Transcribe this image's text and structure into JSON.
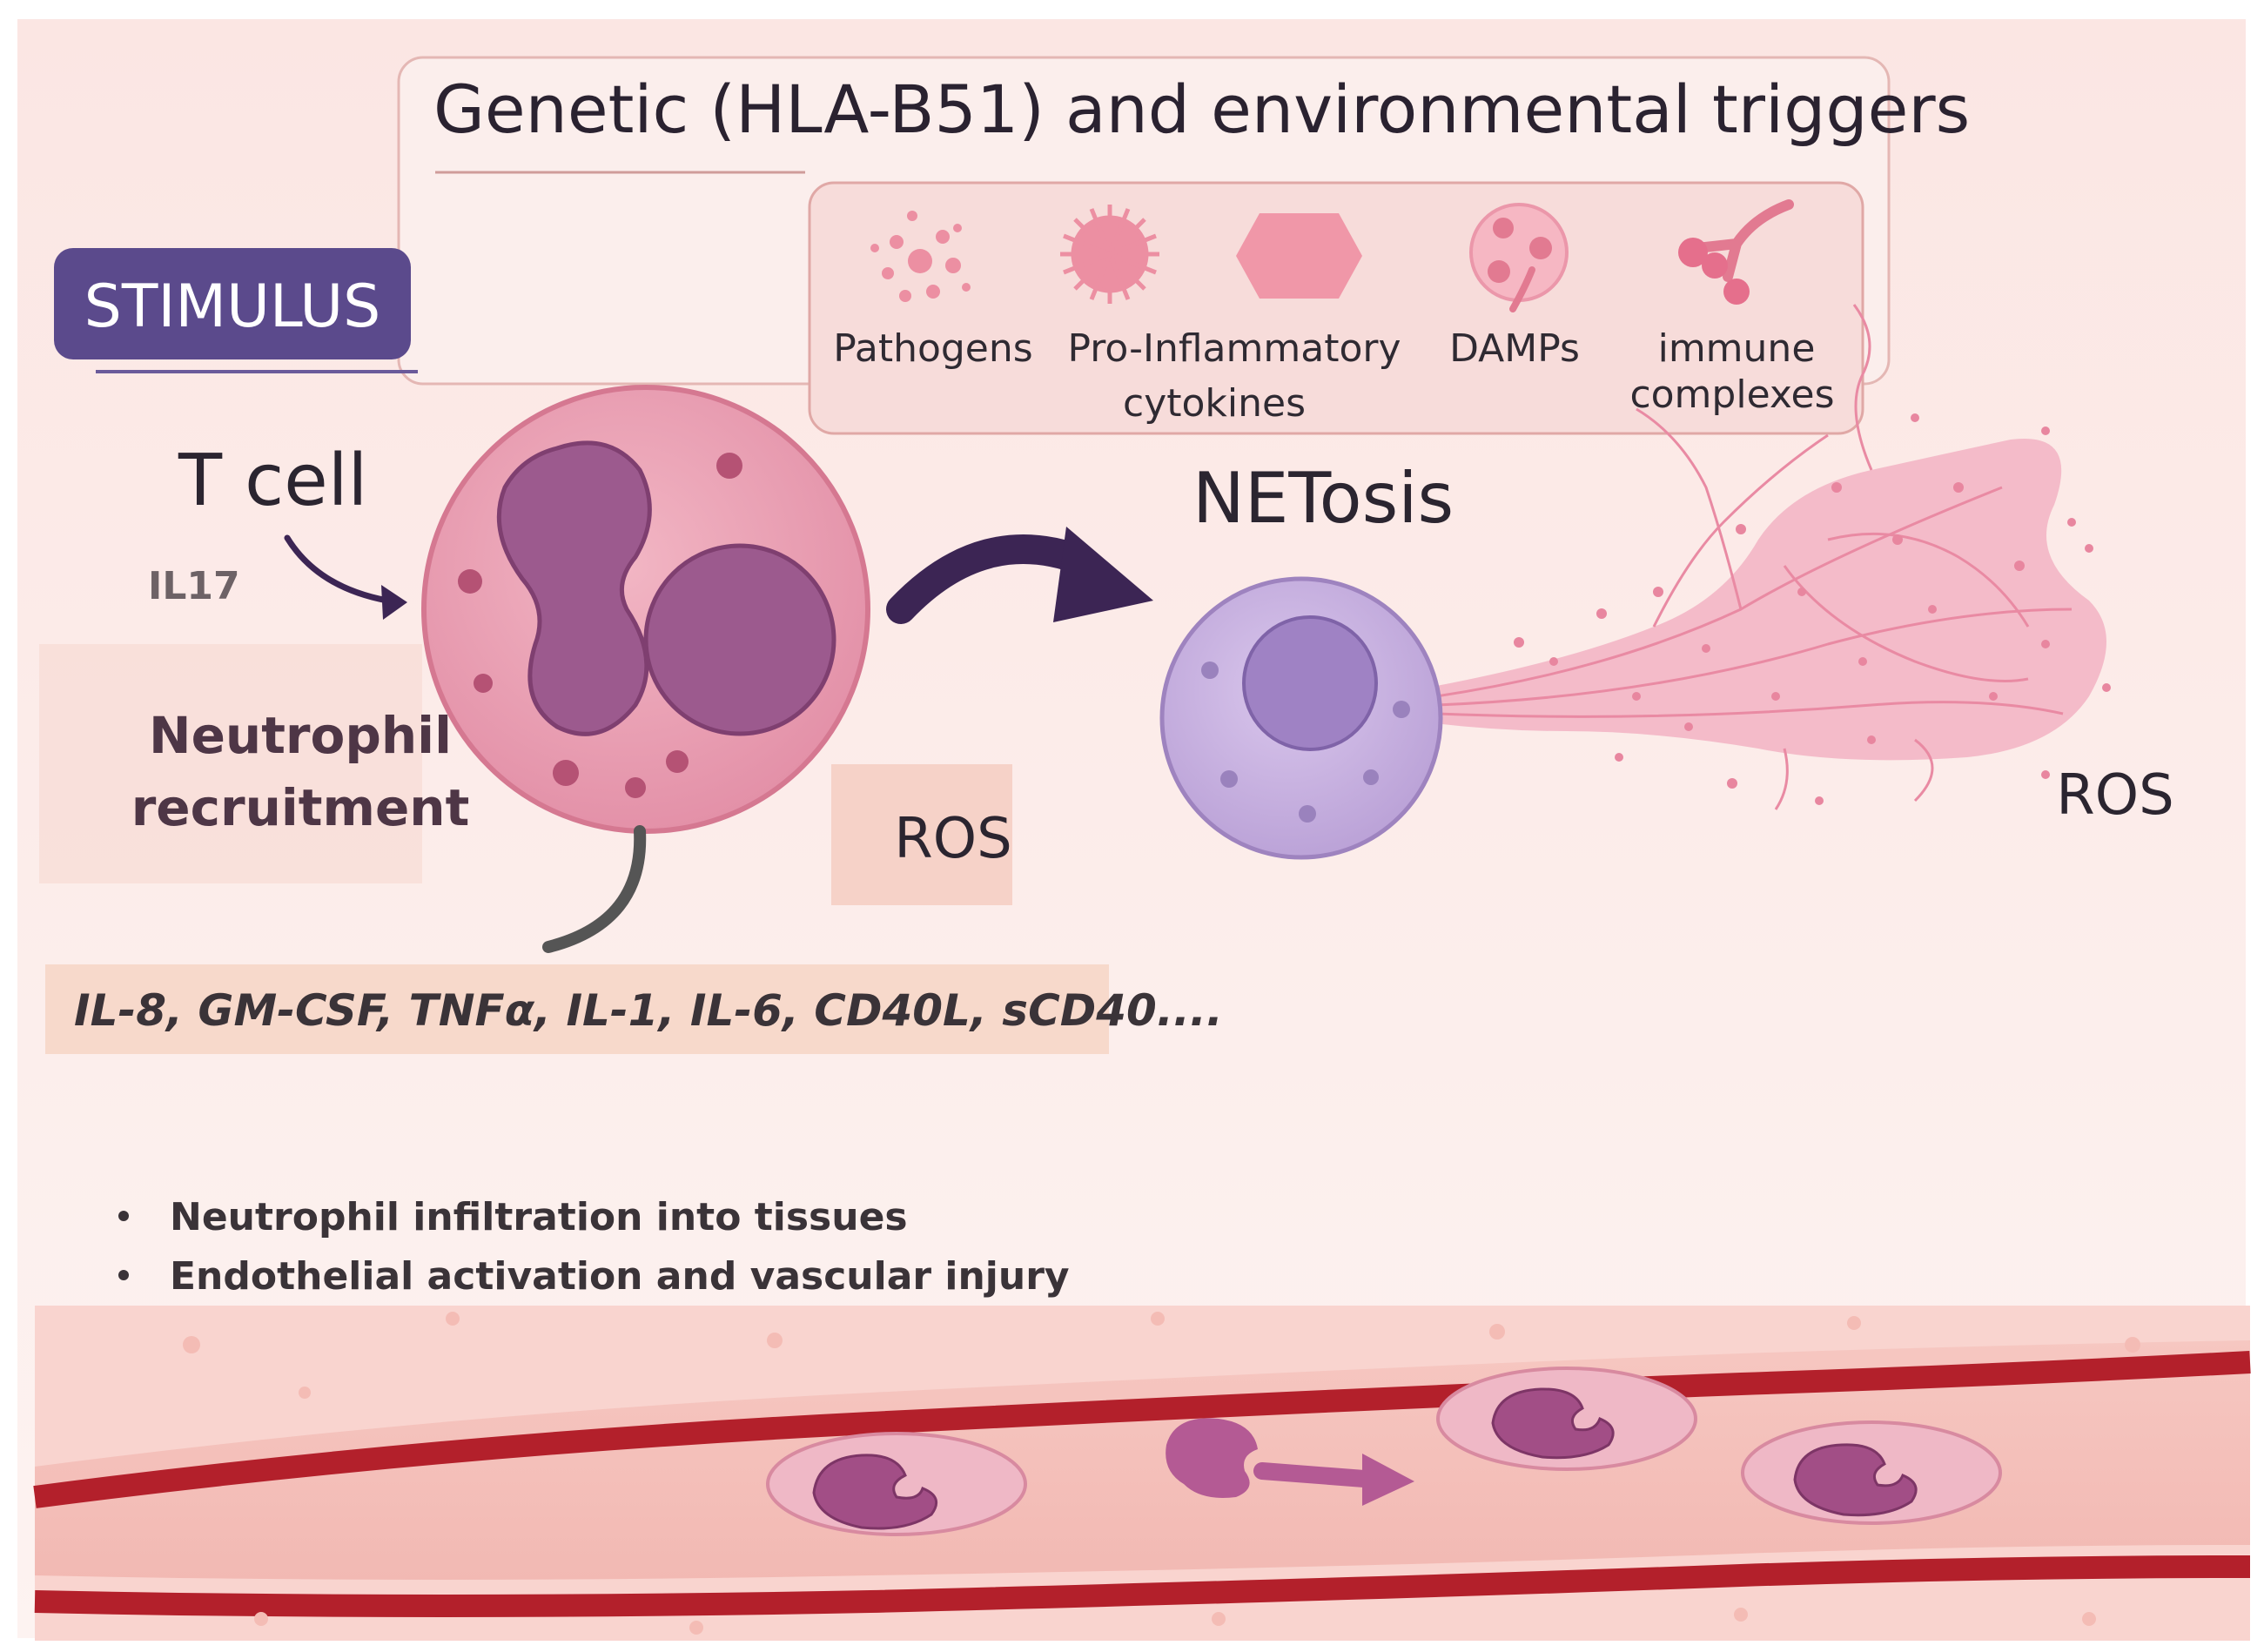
{
  "header": {
    "title": "Genetic (HLA-B51) and environmental triggers"
  },
  "stimulus_badge": {
    "label": "STIMULUS"
  },
  "triggers": [
    {
      "icon": "pathogens-icon",
      "lines": [
        "Pathogens"
      ]
    },
    {
      "icon": "cytokine-icon",
      "lines": [
        "Pro-Inflammatory",
        "cytokines"
      ]
    },
    {
      "icon": "hexagon-damps-icon",
      "lines": [
        "DAMPs"
      ]
    },
    {
      "icon": "cell-damps-icon",
      "lines": []
    },
    {
      "icon": "immune-complex-icon",
      "lines": [
        "immune",
        "complexes"
      ]
    }
  ],
  "labels": {
    "t_cell": "T cell",
    "il17": "IL17",
    "neutrophil_line1": "Neutrophil",
    "neutrophil_line2": "recruitment",
    "ros_left": "ROS",
    "netosis": "NETosis",
    "ros_right": "ROS"
  },
  "mediators": "IL-8, GM-CSF, TNFα, IL-1, IL-6, CD40L, sCD40....",
  "bullets": [
    "Neutrophil infiltration into tissues",
    "Endothelial activation and vascular injury"
  ],
  "colors": {
    "background": "#fbe9e6",
    "badge": "#5b4a8c",
    "neutrophil": "#e99bb0",
    "nucleus": "#9c5a8e",
    "netosis_cell": "#c8b2e0",
    "arrow": "#3c2554",
    "vessel_wall": "#b3202b",
    "net": "#efa9bb"
  }
}
